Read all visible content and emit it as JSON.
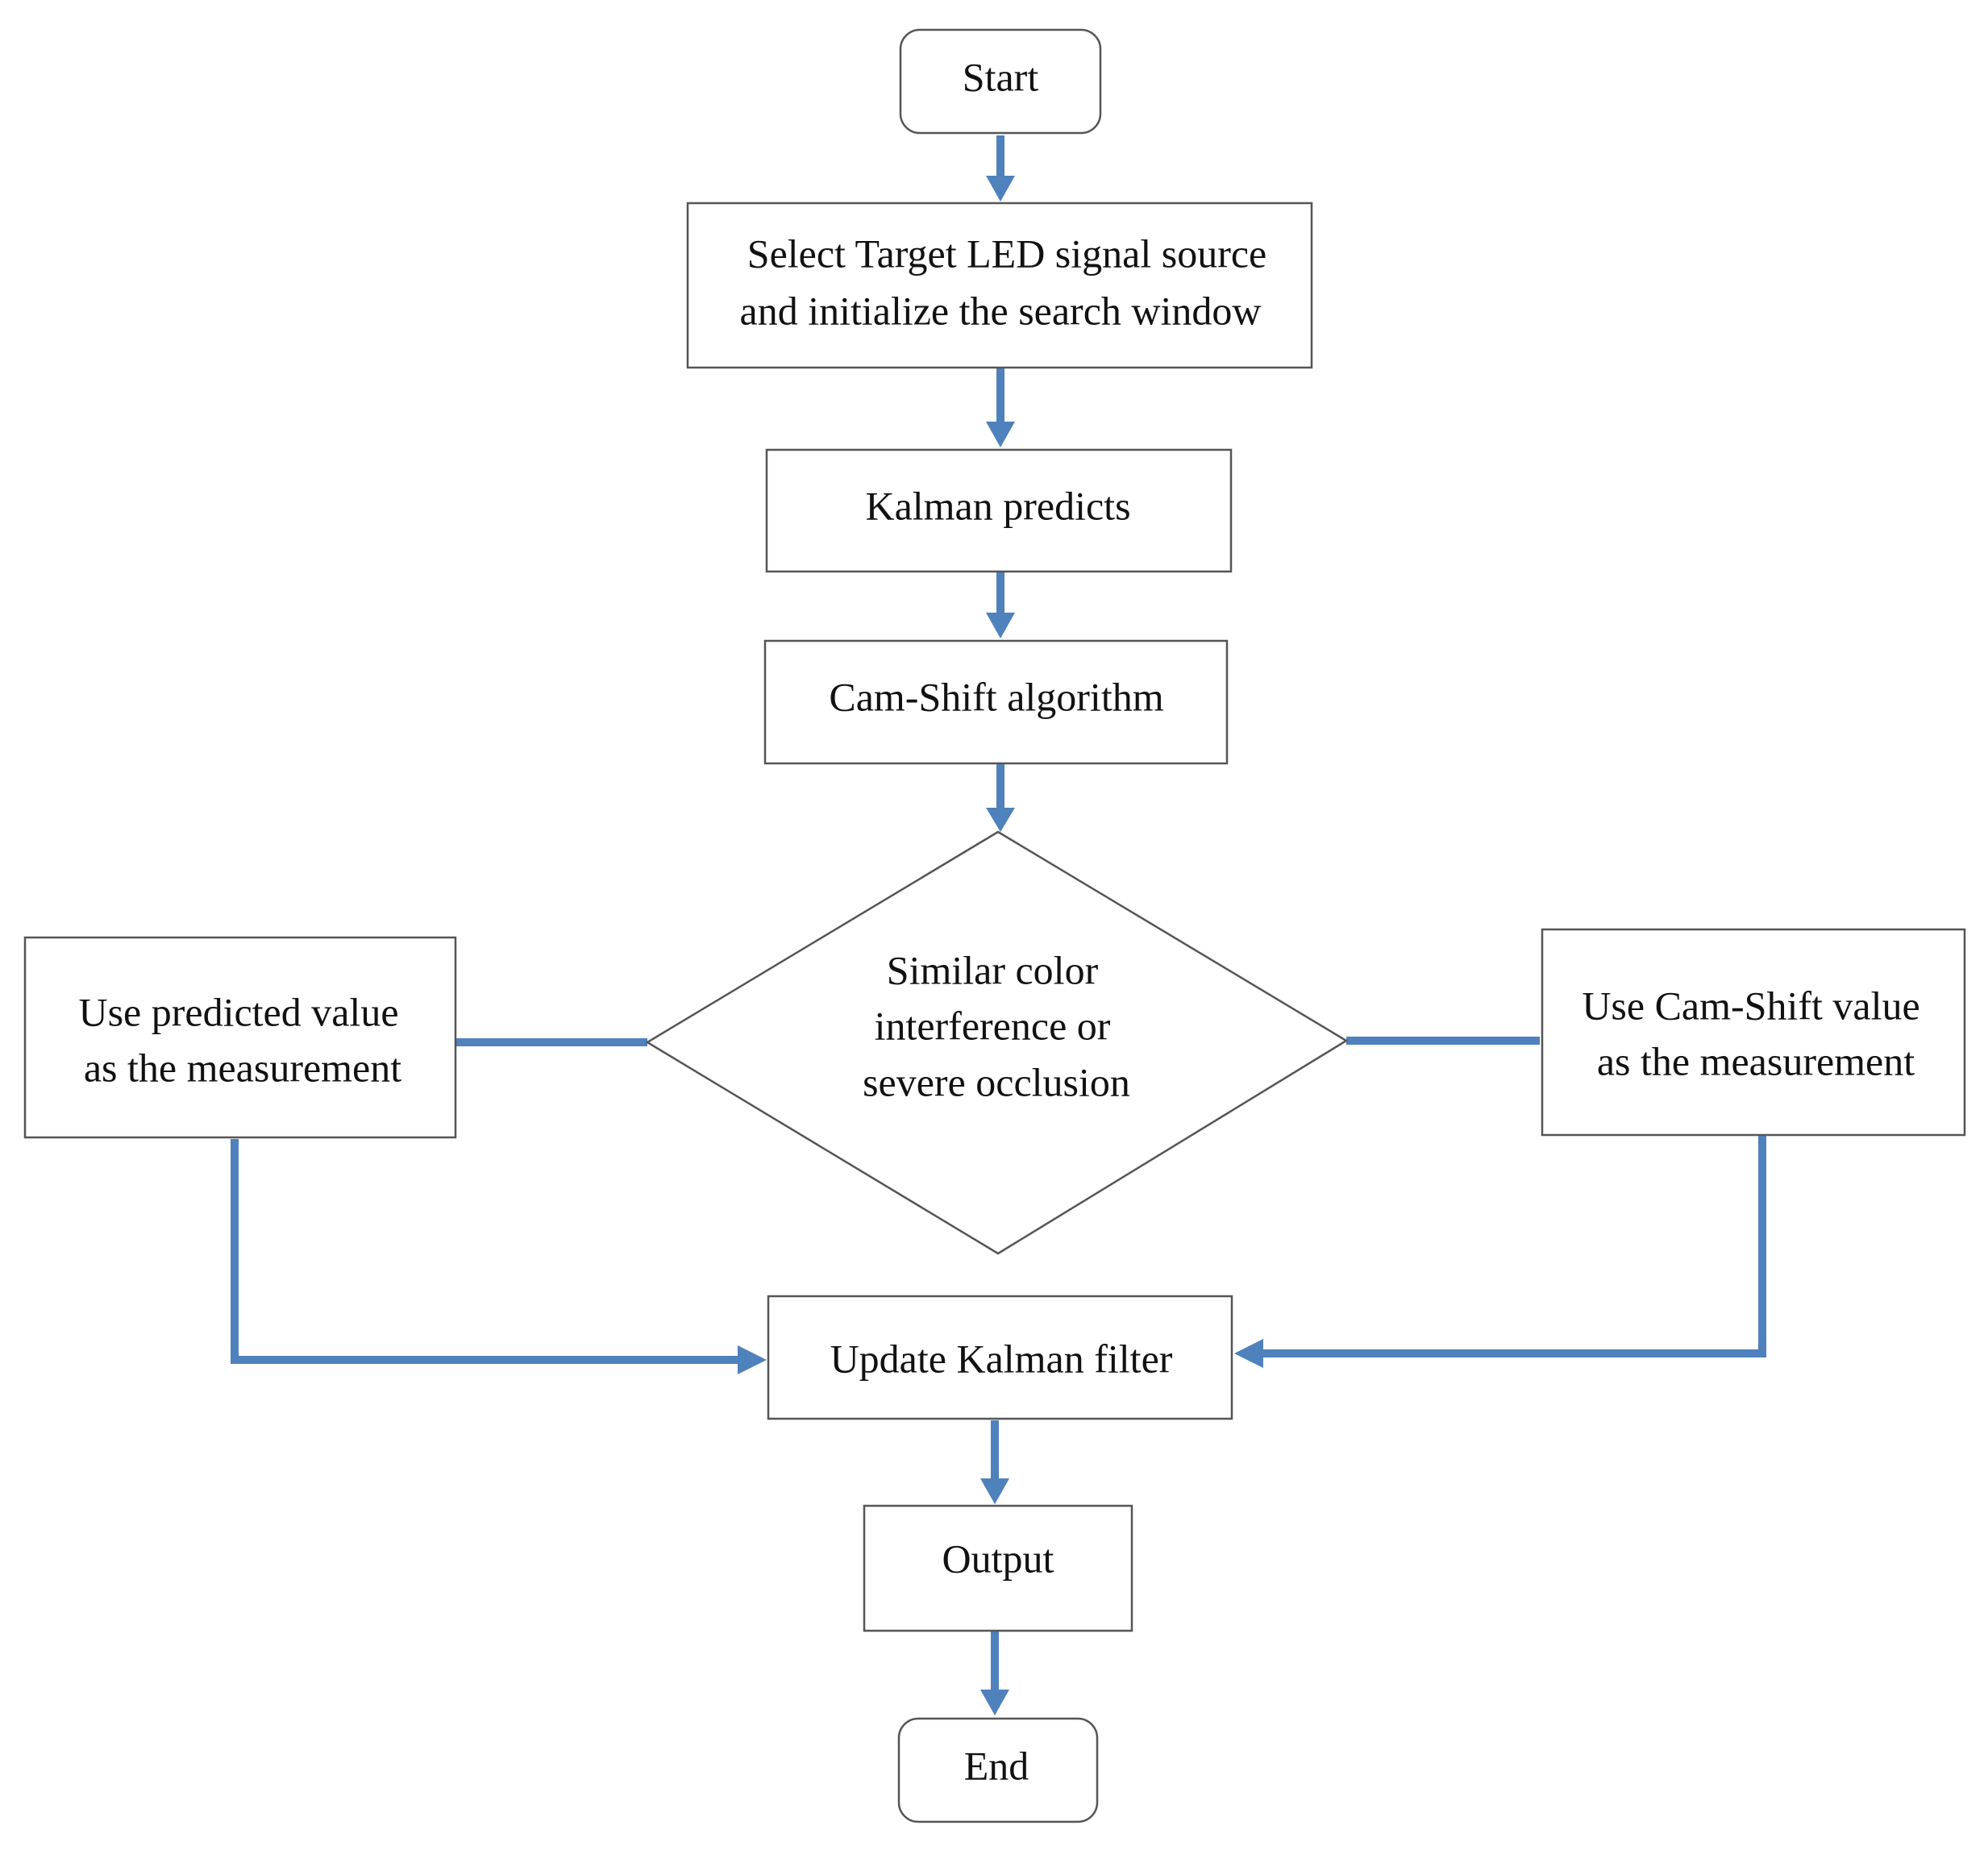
{
  "colors": {
    "connector": "#4F81BD",
    "box_border": "#555555",
    "box_fill": "#ffffff",
    "text": "#111111"
  },
  "nodes": {
    "start": {
      "label": "Start"
    },
    "select": {
      "line1": "Select Target LED signal source",
      "line2": "and initialize the search window"
    },
    "predict": {
      "label": "Kalman predicts"
    },
    "camshift": {
      "label": "Cam-Shift algorithm"
    },
    "decision": {
      "line1": "Similar color",
      "line2": "interference or",
      "line3": "severe occlusion"
    },
    "use_predicted": {
      "line1": "Use predicted value",
      "line2": "as the measurement"
    },
    "use_camshift": {
      "line1": "Use Cam-Shift value",
      "line2": "as the measurement"
    },
    "update": {
      "label": "Update Kalman filter"
    },
    "output": {
      "label": "Output"
    },
    "end": {
      "label": "End"
    }
  }
}
